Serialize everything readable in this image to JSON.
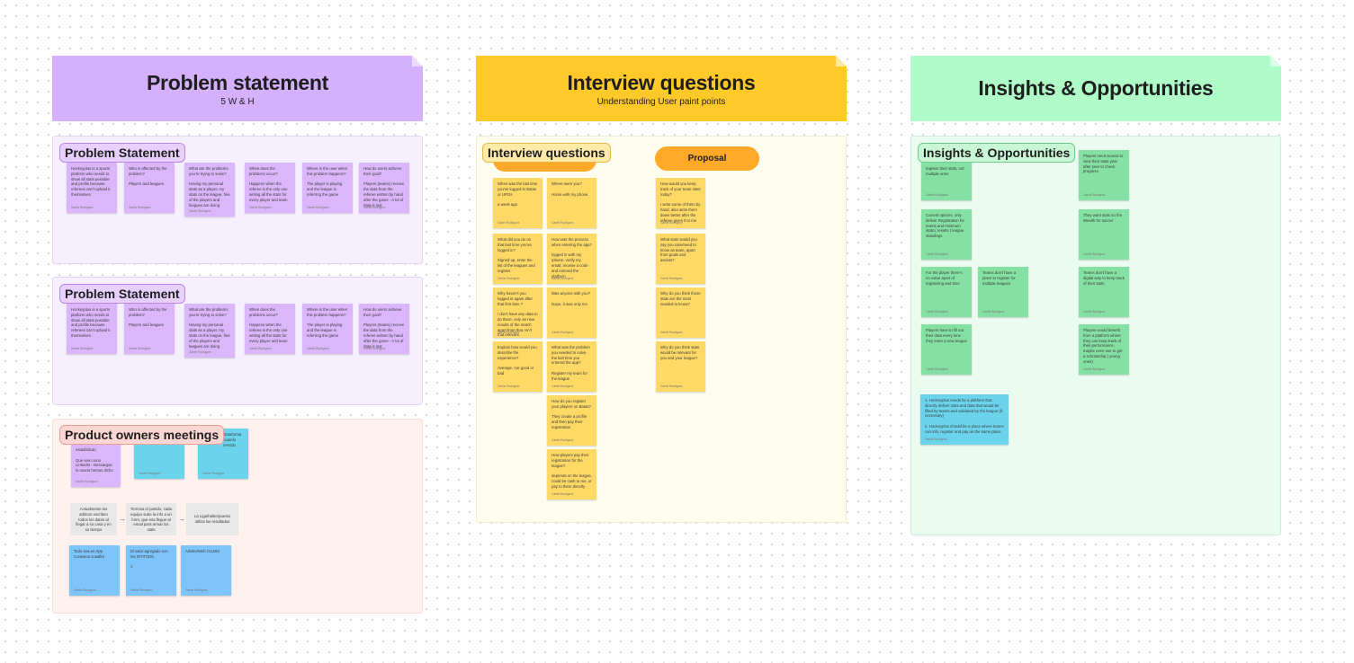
{
  "headers": {
    "problem": {
      "title": "Problem statement",
      "subtitle": "5 W & H"
    },
    "interview": {
      "title": "Interview questions",
      "subtitle": "Understanding User paint points"
    },
    "insights": {
      "title": "Insights & Opportunities",
      "subtitle": ""
    }
  },
  "labels": {
    "problem_statement_1": "Problem Statement",
    "problem_statement_2": "Problem Statement",
    "product_owners": "Product owners meetings",
    "interview_questions": "Interview questions",
    "proposal": "Proposal",
    "insights": "Insights & Opportunities"
  },
  "colors": {
    "problem_header": "#d5b0fc",
    "interview_header": "#ffc929",
    "insights_header": "#affcc8",
    "purple_sticky": "#dcb6fb",
    "yellow_sticky": "#ffd966",
    "green_sticky": "#85e0a3",
    "blue_sticky": "#7cc4fa",
    "orange_pill": "#ffa929"
  },
  "problem_row1": [
    {
      "text": "Hockeyplus is a sports platform who needs to show all stats possible and profile because referees can't upload it themselves",
      "author": "Gaelle Rodriguez"
    },
    {
      "text": "Who is affected by the problem?\n\nPlayers and leagues",
      "author": "Gaelle Rodriguez"
    },
    {
      "text": "What are the problems you're trying to solve?\n\nHaving my personal stats as a player, my stats on the league, fine of the players and leagues are doing",
      "author": "Gaelle Rodriguez"
    },
    {
      "text": "When does the problems occur?\n\nHappens when the referee is the only one writing all the stats for every player and team",
      "author": "Gaelle Rodriguez"
    },
    {
      "text": "Where is the user when this problem happens?\n\nThe player is playing and the league is referring the game",
      "author": "Gaelle Rodriguez"
    },
    {
      "text": "How do users achieve their goal?\n\nPlayers (teams) receive the data from the referee written by hand after the game - A lot of data is lost",
      "author": "Gaelle Rodriguez"
    }
  ],
  "problem_row2": [
    {
      "text": "Hockeyplus is a sports platform who needs to show all stats possible and profile because referees can't upload it themselves",
      "author": "Gaelle Rodriguez"
    },
    {
      "text": "Who is affected by the problem?\n\nPlayers and leagues",
      "author": "Gaelle Rodriguez"
    },
    {
      "text": "What are the problems you're trying to solve?\n\nHaving my personal stats as a player, my stats on the league, fine of the players and leagues are doing",
      "author": "Gaelle Rodriguez"
    },
    {
      "text": "When does the problems occur?\n\nHappens when the referee is the only one writing all the stats for every player and team",
      "author": "Gaelle Rodriguez"
    },
    {
      "text": "Where is the user when this problem happens?\n\nThe player is playing and the league is referring the game",
      "author": "Gaelle Rodriguez"
    },
    {
      "text": "How do users achieve their goal?\n\nPlayers (teams) receive the data from the referee written by hand after the game - A lot of data is lost",
      "author": "Gaelle Rodriguez"
    }
  ],
  "product_owners": {
    "top": [
      {
        "text": "estadisticas.\n\nQue sea como LinkedIn - Descargas lo usaria hemos dicho",
        "author": "Gaelle Rodriguez"
      },
      {
        "text": "",
        "author": "Gaelle Rodriguez"
      },
      {
        "text": "plataforma\ncuando\ncrecido",
        "author": "Gaelle Rodriguez"
      }
    ],
    "flow": [
      {
        "text": "Actualmente los arbitros escriben todos los datos al llegar a su casa y en su tiempo"
      },
      {
        "text": "Termina el partido, cada equipo sube la info a un form, que esa llegue al email para armar los stats"
      },
      {
        "text": "La Liga/halter/puesto utiliza los resultados"
      }
    ],
    "bottom": [
      {
        "text": "Todo sea en App Conexion a wallet",
        "author": "Gaelle Rodriguez"
      },
      {
        "text": "El valor agregado son los STATSDS\n\n1",
        "author": "Gaelle Rodriguez"
      },
      {
        "text": "Arbitro/Web CLUBS",
        "author": "Gaelle Rodriguez"
      }
    ]
  },
  "interview_col1": [
    {
      "text": "When was the last time you've logged in Batas or UPGs\n\na week ago",
      "author": "Dasiel Rodriguez"
    },
    {
      "text": "What did you do on that last time you've logged in?\n\nSigned up, enter the list of the leagues and register",
      "author": "Gaelle Rodriguez"
    },
    {
      "text": "Why haven't you logged in again after that first time ?\n\nI don't have any data to do there, only an new results of the match apart from that, isn't that relevant",
      "author": "Gaelle Rodriguez"
    },
    {
      "text": "Explain how would you describe the experience?\n\nAverage, nor good or bad",
      "author": "Gaelle Rodriguez"
    }
  ],
  "interview_col2": [
    {
      "text": "Where were you?\n\nHome with my phone",
      "author": "Gaelle Rodriguez"
    },
    {
      "text": "How was the process when entering the app?\n\nlogged in with my Iphone, verify my email, receive a code and entered the platform",
      "author": "Gaelle Rodriguez"
    },
    {
      "text": "Was anyone with you?\n\nNope, it was only me",
      "author": "Gaelle Rodriguez"
    },
    {
      "text": "What was the problem you needed to solve the last time you entered the app?\n\nRegister my team for the league",
      "author": "Gaelle Rodriguez"
    },
    {
      "text": "How do you register your players on Batas?\n\nThey create a profile and then pay their registration",
      "author": "Gaelle Rodriguez"
    },
    {
      "text": "How players pay their registration for the league?\n\ndepends on the league, could be cash to me, or pay to them directly",
      "author": "Gaelle Rodriguez"
    }
  ],
  "proposal_col": [
    {
      "text": "How would you keep track of your team stats today?\n\nI write some of them by hand, also write them down better after the referee gives it to me",
      "author": "Gaelle Rodriguez"
    },
    {
      "text": "What stats would you say you care/need to know as team, apart from goals and assists?",
      "author": "Gaelle Rodriguez"
    },
    {
      "text": "Why do you think those stats are the most needed to know?",
      "author": "Gaelle Rodriguez"
    },
    {
      "text": "Why do you think stats would be relevant for you and your league?",
      "author": "Gaelle Rodriguez"
    }
  ],
  "insights_left": [
    {
      "text": "register their stats, not multiple ones",
      "author": "Gaelle Rodriguez"
    },
    {
      "text": "Current options, only deliver Registration for teams and minimum stats ( results ) league standings",
      "author": "Gaelle Rodriguez"
    },
    {
      "text": "For the player there's no value apart of registering and time",
      "author": "Gaelle Rodriguez"
    },
    {
      "text": "Teams don't have a place to register for multiple leagues",
      "author": "Gaelle Rodriguez"
    },
    {
      "text": "Players have to fill out their data every time they enter a new league",
      "author": "Gaelle Rodriguez"
    }
  ],
  "insights_right": [
    {
      "text": "Players need access to view their stats year after year to check progress",
      "author": "Gaelle Rodriguez"
    },
    {
      "text": "They want stats so the Wealth for soccer",
      "author": "Gaelle Rodriguez"
    },
    {
      "text": "Teams don't have a digital way to keep track of their stats",
      "author": "Gaelle Rodriguez"
    },
    {
      "text": "Players would benefit from a platform where they can keep track of their performance, maybe even use to get a scholarship ( young ones)",
      "author": "Gaelle Rodriguez"
    }
  ],
  "insights_note": {
    "text": "1. Hockeyplus needs be a platform that directly deliver stats and data that would be filled by teams and validated by the league (if necessary)\n\n2. Hockeyplus should be a place where teams can info, register and pay on the same place",
    "author": "Gaelle Rodriguez"
  }
}
